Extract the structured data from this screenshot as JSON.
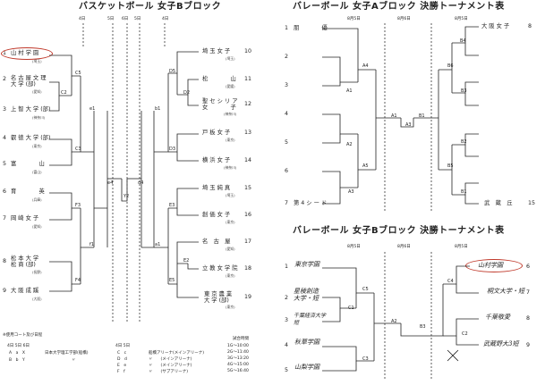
{
  "basketball": {
    "title": "バスケットボール 女子Bブロック",
    "days": [
      "4日",
      "5日",
      "6日",
      "5日",
      "4日"
    ],
    "left_teams": [
      {
        "num": "1",
        "name": "山 村 学 園",
        "region": "(埼玉)"
      },
      {
        "num": "2",
        "name": "名 古 屋 文 理\n大 学 (部)",
        "region": "(愛知)"
      },
      {
        "num": "3",
        "name": "上 智 大 学 (部)",
        "region": "(神奈川)"
      },
      {
        "num": "4",
        "name": "叡 徳 大 学 (部)",
        "region": "(東京)"
      },
      {
        "num": "5",
        "name": "富　　　　山",
        "region": "(富山)"
      },
      {
        "num": "6",
        "name": "育　　　　英",
        "region": "(兵庫)"
      },
      {
        "num": "7",
        "name": "岡 崎 女 子",
        "region": "(愛知)"
      },
      {
        "num": "8",
        "name": "松 本 大 学\n松 商 (部)",
        "region": "(長野)"
      },
      {
        "num": "9",
        "name": "大 阪 成 蹊",
        "region": "(大阪)"
      }
    ],
    "right_teams": [
      {
        "num": "10",
        "name": "埼 玉 女 子",
        "region": "(埼玉)"
      },
      {
        "num": "11",
        "name": "松　　　　山",
        "region": "(愛媛)"
      },
      {
        "num": "12",
        "name": "聖 セ シ リ ア\n女　　　　子",
        "region": "(神奈川)"
      },
      {
        "num": "13",
        "name": "戸 板 女 子",
        "region": "(東京)"
      },
      {
        "num": "14",
        "name": "横 浜 女 子",
        "region": "(神奈川)"
      },
      {
        "num": "15",
        "name": "埼 玉 純 真",
        "region": "(埼玉)"
      },
      {
        "num": "16",
        "name": "創 価 女 子",
        "region": "(東京)"
      },
      {
        "num": "17",
        "name": "名　古　屋",
        "region": "(愛知)"
      },
      {
        "num": "18",
        "name": "立 教 女 学 院",
        "region": "(東京)"
      },
      {
        "num": "19",
        "name": "東 京 農 業\n大 学 (部)",
        "region": "(東京)"
      }
    ],
    "codes": [
      "C5",
      "C2",
      "e1",
      "C3",
      "F3",
      "f1",
      "F4",
      "e4",
      "Y2",
      "d4",
      "b1",
      "D5",
      "D2",
      "D3",
      "E3",
      "a1",
      "E2",
      "E5"
    ],
    "courts_title": "※使用コート及び日程",
    "courts_head": "4日 5日 6日",
    "courts_rows": [
      "A　a　X",
      "B　b　Y"
    ],
    "courts_venue": "日本大学理工学部(船橋)",
    "courts_venue2": "〃",
    "courts2_head": "4日 5日",
    "courts2_rows": [
      "C　c",
      "D　d",
      "E　e",
      "F　f"
    ],
    "courts2_venues": [
      "船橋アリーナ(メインアリーナ)",
      "〃　　(メインアリーナ)",
      "〃　　(メインアリーナ)",
      "〃　　(サブアリーナ)"
    ],
    "times_title": "試合時間",
    "times": [
      "1G～10:00",
      "2G～11:40",
      "3G～13:20",
      "4G～15:00",
      "5G～16:40"
    ]
  },
  "volleyA": {
    "title": "バレーボール 女子Aブロック 決勝トーナメント表",
    "days": [
      "8月5日",
      "8月6日",
      "8月5日"
    ],
    "left_teams": [
      {
        "num": "1",
        "name": "朋　　　　優"
      },
      {
        "num": "2",
        "name": ""
      },
      {
        "num": "3",
        "name": ""
      },
      {
        "num": "4",
        "name": ""
      },
      {
        "num": "5",
        "name": ""
      },
      {
        "num": "6",
        "name": ""
      },
      {
        "num": "7",
        "name": "第 4 シ ー ド"
      }
    ],
    "right_teams": [
      {
        "num": "8",
        "name": "大 阪 女 子"
      },
      {
        "num": "15",
        "name": "武　蔵　丘"
      }
    ],
    "codes": [
      "A4",
      "A1",
      "A2",
      "A5",
      "A3",
      "A1",
      "A3",
      "B1",
      "B4",
      "B6",
      "B3",
      "B2",
      "B5",
      "B1"
    ]
  },
  "volleyB": {
    "title": "バレーボール 女子Bブロック 決勝トーナメント表",
    "days": [
      "8月5日",
      "8月6日",
      "8月5日"
    ],
    "left_teams": [
      {
        "num": "1",
        "name": "東京学園"
      },
      {
        "num": "2",
        "name": "星稜創造\n大学・短"
      },
      {
        "num": "3",
        "name": "千葉経済大学\n短"
      },
      {
        "num": "4",
        "name": "秋草学園"
      },
      {
        "num": "5",
        "name": "山梨学園"
      }
    ],
    "right_teams": [
      {
        "num": "6",
        "name": "山村学園"
      },
      {
        "num": "7",
        "name": "桐文大学・短"
      },
      {
        "num": "8",
        "name": "千葉敬愛"
      },
      {
        "num": "9",
        "name": "武蔵野大3短"
      }
    ],
    "codes": [
      "C5",
      "C1",
      "C3",
      "A2",
      "B3",
      "C4",
      "C2"
    ]
  }
}
